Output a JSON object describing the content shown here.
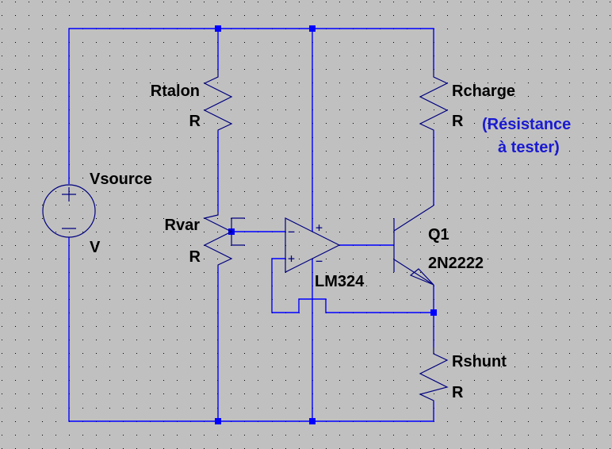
{
  "schematic": {
    "title": "Current sink / resistance tester schematic",
    "colors": {
      "background": "#c0c0c0",
      "grid_dot": "#000000",
      "wire": "#0000ff",
      "component": "#000080",
      "label": "#000000",
      "comment": "#1a1ad2"
    },
    "components": {
      "vsource": {
        "name": "Vsource",
        "value": "V",
        "type": "voltage-source"
      },
      "rtalon": {
        "name": "Rtalon",
        "value": "R",
        "type": "resistor"
      },
      "rvar": {
        "name": "Rvar",
        "value": "R",
        "type": "potentiometer"
      },
      "rcharge": {
        "name": "Rcharge",
        "value": "R",
        "type": "resistor"
      },
      "rshunt": {
        "name": "Rshunt",
        "value": "R",
        "type": "resistor"
      },
      "opamp": {
        "name": "LM324",
        "type": "op-amp",
        "pin_plus": "+",
        "pin_minus": "−",
        "supply_plus": "+",
        "supply_minus": "−"
      },
      "q1": {
        "name": "Q1",
        "value": "2N2222",
        "type": "npn-transistor"
      }
    },
    "vsource_symbols": {
      "plus": "+",
      "minus": "−"
    },
    "comment": {
      "line1": "(Résistance",
      "line2": "à tester)"
    }
  }
}
